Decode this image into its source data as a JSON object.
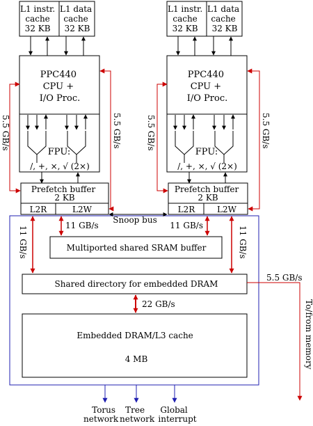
{
  "colors": {
    "line": "#000000",
    "red": "#cc0000",
    "blue": "#1f1fb0"
  },
  "node_left": {
    "l1_instr": [
      "L1 instr.",
      "cache",
      "32 KB"
    ],
    "l1_data": [
      "L1 data",
      "cache",
      "32 KB"
    ],
    "cpu": [
      "PPC440",
      "CPU +",
      "I/O Proc."
    ],
    "fpu_label": "FPU:",
    "fpu_ops": "/, +, ×, √ (2×)",
    "prefetch": [
      "Prefetch buffer",
      "2 KB"
    ],
    "l2r": "L2R",
    "l2w": "L2W",
    "bw_left": "5.5 GB/s",
    "bw_right": "5.5 GB/s"
  },
  "node_right": {
    "l1_instr": [
      "L1 instr.",
      "cache",
      "32 KB"
    ],
    "l1_data": [
      "L1 data",
      "cache",
      "32 KB"
    ],
    "cpu": [
      "PPC440",
      "CPU +",
      "I/O Proc."
    ],
    "fpu_label": "FPU:",
    "fpu_ops": "/, +, ×, √ (2×)",
    "prefetch": [
      "Prefetch buffer",
      "2 KB"
    ],
    "l2r": "L2R",
    "l2w": "L2W",
    "bw_left": "5.5 GB/s",
    "bw_right": "5.5 GB/s"
  },
  "shared": {
    "snoop_bus": "Snoop bus",
    "bw_sram_left": "11 GB/s",
    "bw_sram_right": "11 GB/s",
    "bw_outer_left": "11 GB/s",
    "bw_outer_right": "11 GB/s",
    "sram": "Multiported shared SRAM buffer",
    "directory": "Shared directory for embedded DRAM",
    "bw_dram": "22 GB/s",
    "dram": [
      "Embedded DRAM/L3 cache",
      "4 MB"
    ],
    "bw_memory": "5.5 GB/s",
    "memory": "To/from memory"
  },
  "outputs": {
    "torus": [
      "Torus",
      "network"
    ],
    "tree": [
      "Tree",
      "network"
    ],
    "global": [
      "Global",
      "interrupt"
    ]
  }
}
